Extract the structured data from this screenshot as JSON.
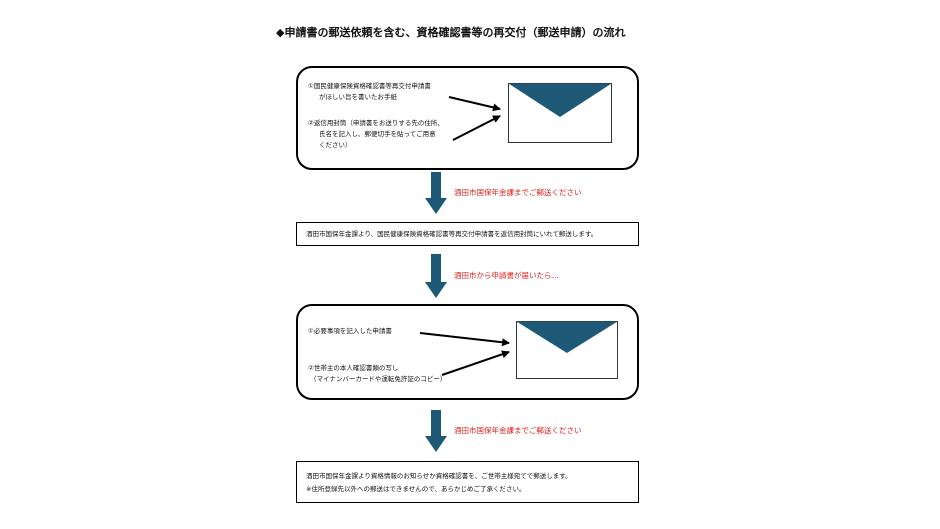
{
  "title": "◆申請書の郵送依頼を含む、資格確認書等の再交付（郵送申請）の流れ",
  "step1": {
    "item1_line1": "①国民健康保険資格確認書等再交付申請書",
    "item1_line2": "がほしい旨を書いたお手紙",
    "item2_line1": "②返信用封筒（申請書をお送りする先の住所、",
    "item2_line2": "氏名を記入し、郵便切手を貼ってご用意",
    "item2_line3": "ください）"
  },
  "arrow1_label": "酒田市国保年金課までご郵送ください",
  "step2": {
    "text": "酒田市国保年金課より、国民健康保険資格確認書等再交付申請書を返信用封筒にいれて郵送します。"
  },
  "arrow2_label": "酒田市から申請書が届いたら…",
  "step3": {
    "item1": "①必要事項を記入した申請書",
    "item2_line1": "②世帯主の本人確認書類の写し",
    "item2_line2": "（マイナンバーカードや運転免許証のコピー）"
  },
  "arrow3_label": "酒田市国保年金課までご郵送ください",
  "step4": {
    "line1": "酒田市国保年金課より資格情報のお知らせか資格確認書を、ご世帯主様宛てで郵送します。",
    "line2": "※住所登録先以外への郵送はできませんので、あらかじめご了承ください。"
  },
  "colors": {
    "envelope_flap": "#1e5a78",
    "down_arrow": "#1e5a78",
    "red_text": "#e0201c"
  }
}
